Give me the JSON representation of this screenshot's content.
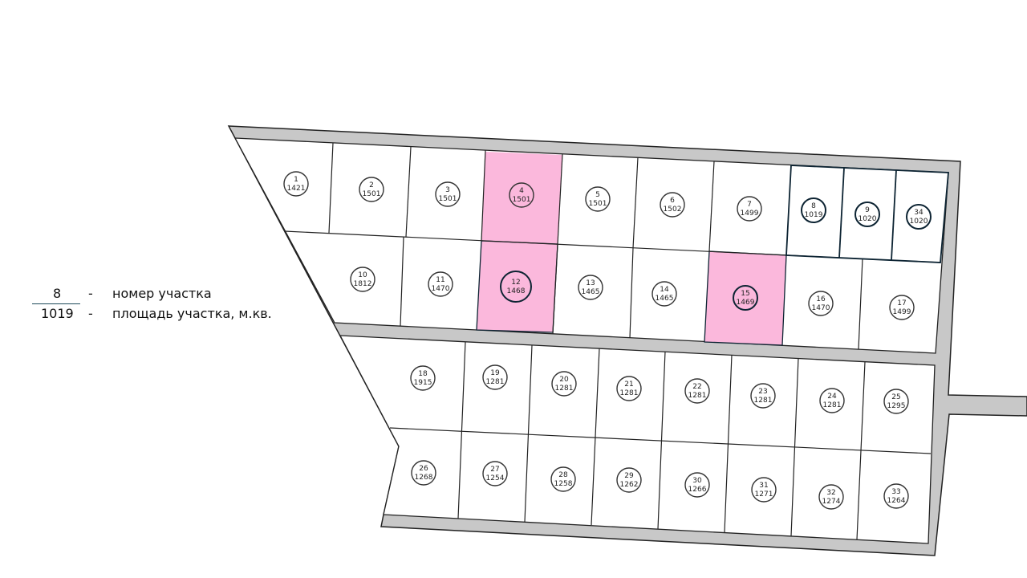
{
  "legend": {
    "sample_number": "8",
    "sample_area": "1019",
    "dash1": "-",
    "dash2": "-",
    "number_desc": "номер участка",
    "area_desc": "площадь участка, м.кв."
  },
  "colors": {
    "road": "#c8c8c8",
    "highlight": "#fbb8dc",
    "outline": "#222222",
    "accent_outline": "#0d2433"
  },
  "plots": [
    {
      "number": "1",
      "area": "1421",
      "highlighted": false
    },
    {
      "number": "2",
      "area": "1501",
      "highlighted": false
    },
    {
      "number": "3",
      "area": "1501",
      "highlighted": false
    },
    {
      "number": "4",
      "area": "1501",
      "highlighted": true
    },
    {
      "number": "5",
      "area": "1501",
      "highlighted": false
    },
    {
      "number": "6",
      "area": "1502",
      "highlighted": false
    },
    {
      "number": "7",
      "area": "1499",
      "highlighted": false
    },
    {
      "number": "8",
      "area": "1019",
      "highlighted": false,
      "emphasized": true
    },
    {
      "number": "9",
      "area": "1020",
      "highlighted": false,
      "emphasized": true
    },
    {
      "number": "34",
      "area": "1020",
      "highlighted": false,
      "emphasized": true
    },
    {
      "number": "10",
      "area": "1812",
      "highlighted": false
    },
    {
      "number": "11",
      "area": "1470",
      "highlighted": false
    },
    {
      "number": "12",
      "area": "1468",
      "highlighted": true,
      "emphasized": true
    },
    {
      "number": "13",
      "area": "1465",
      "highlighted": false
    },
    {
      "number": "14",
      "area": "1465",
      "highlighted": false
    },
    {
      "number": "15",
      "area": "1469",
      "highlighted": true,
      "emphasized": true
    },
    {
      "number": "16",
      "area": "1470",
      "highlighted": false
    },
    {
      "number": "17",
      "area": "1499",
      "highlighted": false
    },
    {
      "number": "18",
      "area": "1915",
      "highlighted": false
    },
    {
      "number": "19",
      "area": "1281",
      "highlighted": false
    },
    {
      "number": "20",
      "area": "1281",
      "highlighted": false
    },
    {
      "number": "21",
      "area": "1281",
      "highlighted": false
    },
    {
      "number": "22",
      "area": "1281",
      "highlighted": false
    },
    {
      "number": "23",
      "area": "1281",
      "highlighted": false
    },
    {
      "number": "24",
      "area": "1281",
      "highlighted": false
    },
    {
      "number": "25",
      "area": "1295",
      "highlighted": false
    },
    {
      "number": "26",
      "area": "1268",
      "highlighted": false
    },
    {
      "number": "27",
      "area": "1254",
      "highlighted": false
    },
    {
      "number": "28",
      "area": "1258",
      "highlighted": false
    },
    {
      "number": "29",
      "area": "1262",
      "highlighted": false
    },
    {
      "number": "30",
      "area": "1266",
      "highlighted": false
    },
    {
      "number": "31",
      "area": "1271",
      "highlighted": false
    },
    {
      "number": "32",
      "area": "1274",
      "highlighted": false
    },
    {
      "number": "33",
      "area": "1264",
      "highlighted": false
    }
  ]
}
